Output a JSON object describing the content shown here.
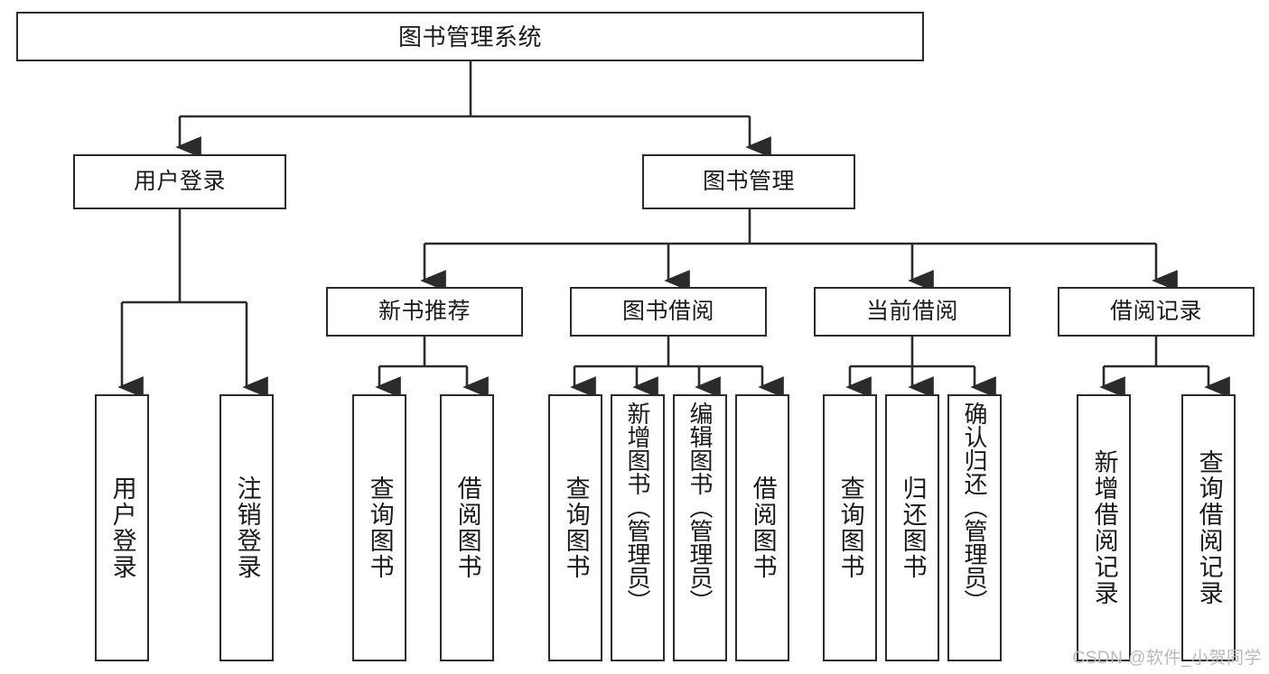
{
  "diagram": {
    "type": "tree-hierarchy-chart",
    "title": "图书管理系统",
    "line_color": "#2b2b2b",
    "box_fill": "#ffffff",
    "text_color": "#1a1a1a",
    "levels": {
      "level1": [
        {
          "id": "root",
          "label": "图书管理系统"
        }
      ],
      "level2": [
        {
          "id": "login",
          "label": "用户登录"
        },
        {
          "id": "bookmgr",
          "label": "图书管理"
        }
      ],
      "level3": [
        {
          "id": "newbook",
          "label": "新书推荐",
          "parent": "bookmgr"
        },
        {
          "id": "borrow",
          "label": "图书借阅",
          "parent": "bookmgr"
        },
        {
          "id": "current",
          "label": "当前借阅",
          "parent": "bookmgr"
        },
        {
          "id": "record",
          "label": "借阅记录",
          "parent": "bookmgr"
        }
      ],
      "leaves": [
        {
          "id": "leaf-1",
          "label": "用户登录",
          "parent": "login"
        },
        {
          "id": "leaf-2",
          "label": "注销登录",
          "parent": "login"
        },
        {
          "id": "leaf-3",
          "label": "查询图书",
          "parent": "newbook"
        },
        {
          "id": "leaf-4",
          "label": "借阅图书",
          "parent": "newbook"
        },
        {
          "id": "leaf-5",
          "label": "查询图书",
          "parent": "borrow"
        },
        {
          "id": "leaf-6",
          "label": "新增图书（管理员）",
          "parent": "borrow"
        },
        {
          "id": "leaf-7",
          "label": "编辑图书（管理员）",
          "parent": "borrow"
        },
        {
          "id": "leaf-8",
          "label": "借阅图书",
          "parent": "borrow"
        },
        {
          "id": "leaf-9",
          "label": "查询图书",
          "parent": "current"
        },
        {
          "id": "leaf-10",
          "label": "归还图书",
          "parent": "current"
        },
        {
          "id": "leaf-11",
          "label": "确认归还（管理员）",
          "parent": "current"
        },
        {
          "id": "leaf-12",
          "label": "新增借阅记录",
          "parent": "record"
        },
        {
          "id": "leaf-13",
          "label": "查询借阅记录",
          "parent": "record"
        }
      ]
    }
  },
  "watermark": {
    "text": "CSDN @软件_小贺同学"
  }
}
